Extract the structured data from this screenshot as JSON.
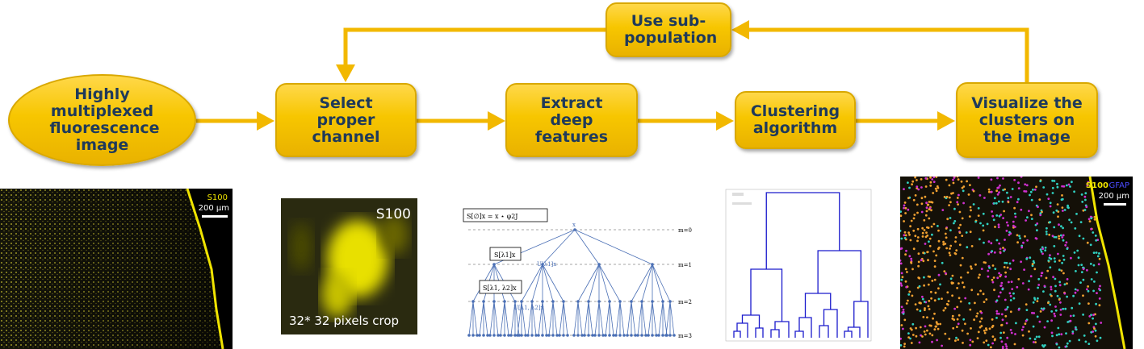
{
  "flow": {
    "input": "Highly multiplexed fluorescence image",
    "select": "Select proper channel",
    "extract": "Extract deep features",
    "cluster": "Clustering algorithm",
    "visualize": "Visualize the clusters on the image",
    "subpop": "Use sub-population"
  },
  "images": {
    "left_marker": "S100",
    "left_scale": "200 µm",
    "crop_marker": "S100",
    "crop_caption": "32* 32 pixels crop",
    "right_marker1": "S100",
    "right_marker2": "GFAP",
    "right_scale": "200 µm"
  },
  "scattering": {
    "node_top": "S[∅]x = x ⋆ φ2J",
    "node_mid": "S[λ1]x",
    "node_low": "S[λ1, λ2]x",
    "u1": "U[λ1]x",
    "u2": "U[λ1, λ2]x",
    "x": "x",
    "levels": [
      "m=0",
      "m=1",
      "m=2",
      "m=3"
    ]
  },
  "colors": {
    "box_fill": "#f7c600",
    "arrow": "#f2b800",
    "text": "#1f3a5a",
    "dendrogram": "#1a1acc",
    "tree": "#4a6fb5"
  }
}
